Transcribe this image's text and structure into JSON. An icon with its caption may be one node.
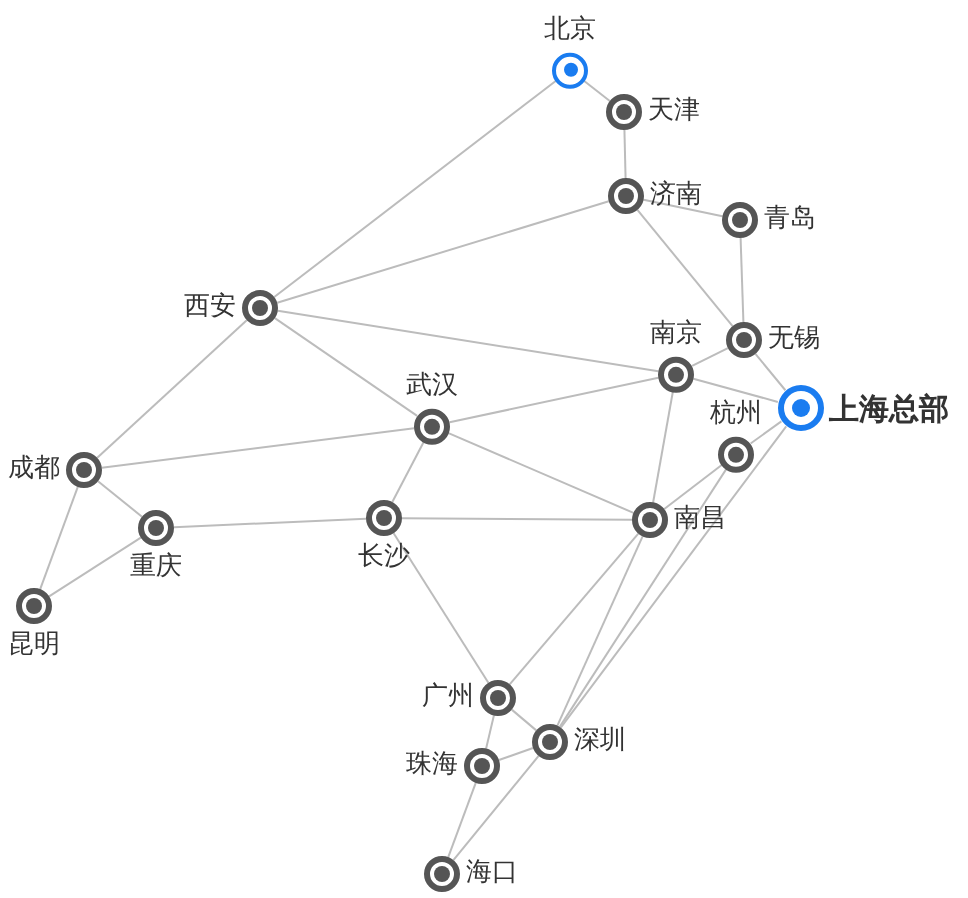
{
  "diagram": {
    "nodes": [
      {
        "text": [
          "北京"
        ]
      },
      {
        "text": [
          "天津"
        ]
      },
      {
        "text": [
          "济南"
        ]
      },
      {
        "text": [
          "青岛"
        ]
      },
      {
        "text": [
          "西安"
        ]
      },
      {
        "text": [
          "南京"
        ]
      },
      {
        "text": [
          "无锡"
        ]
      },
      {
        "text": [
          "上海总部"
        ]
      },
      {
        "text": [
          "武汉"
        ]
      },
      {
        "text": [
          "杭州"
        ]
      },
      {
        "text": [
          "成都"
        ]
      },
      {
        "text": [
          "重庆"
        ]
      },
      {
        "text": [
          "长沙"
        ]
      },
      {
        "text": [
          "南昌"
        ]
      },
      {
        "text": [
          "昆明"
        ]
      },
      {
        "text": [
          "广州"
        ]
      },
      {
        "text": [
          "深圳"
        ]
      },
      {
        "text": [
          "珠海"
        ]
      },
      {
        "text": [
          "海口"
        ]
      }
    ],
    "edges": [
      {
        "from": 0,
        "to": 1,
        "arrow": "none"
      },
      {
        "from": 0,
        "to": 4,
        "arrow": "none"
      },
      {
        "from": 1,
        "to": 2,
        "arrow": "none"
      },
      {
        "from": 2,
        "to": 4,
        "arrow": "none"
      },
      {
        "from": 2,
        "to": 3,
        "arrow": "none"
      },
      {
        "from": 2,
        "to": 6,
        "arrow": "none"
      },
      {
        "from": 3,
        "to": 6,
        "arrow": "none"
      },
      {
        "from": 6,
        "to": 5,
        "arrow": "none"
      },
      {
        "from": 6,
        "to": 7,
        "arrow": "none"
      },
      {
        "from": 5,
        "to": 7,
        "arrow": "none"
      },
      {
        "from": 4,
        "to": 5,
        "arrow": "none"
      },
      {
        "from": 4,
        "to": 8,
        "arrow": "none"
      },
      {
        "from": 4,
        "to": 10,
        "arrow": "none"
      },
      {
        "from": 5,
        "to": 8,
        "arrow": "none"
      },
      {
        "from": 5,
        "to": 13,
        "arrow": "none"
      },
      {
        "from": 8,
        "to": 10,
        "arrow": "none"
      },
      {
        "from": 8,
        "to": 12,
        "arrow": "none"
      },
      {
        "from": 8,
        "to": 13,
        "arrow": "none"
      },
      {
        "from": 7,
        "to": 9,
        "arrow": "none"
      },
      {
        "from": 9,
        "to": 13,
        "arrow": "none"
      },
      {
        "from": 10,
        "to": 11,
        "arrow": "none"
      },
      {
        "from": 10,
        "to": 14,
        "arrow": "none"
      },
      {
        "from": 11,
        "to": 14,
        "arrow": "none"
      },
      {
        "from": 11,
        "to": 12,
        "arrow": "none"
      },
      {
        "from": 12,
        "to": 13,
        "arrow": "none"
      },
      {
        "from": 12,
        "to": 15,
        "arrow": "none"
      },
      {
        "from": 13,
        "to": 15,
        "arrow": "none"
      },
      {
        "from": 13,
        "to": 16,
        "arrow": "none"
      },
      {
        "from": 9,
        "to": 16,
        "arrow": "none"
      },
      {
        "from": 7,
        "to": 16,
        "arrow": "none"
      },
      {
        "from": 15,
        "to": 16,
        "arrow": "none"
      },
      {
        "from": 15,
        "to": 17,
        "arrow": "none"
      },
      {
        "from": 17,
        "to": 16,
        "arrow": "none"
      },
      {
        "from": 17,
        "to": 18,
        "arrow": "none"
      },
      {
        "from": 16,
        "to": 18,
        "arrow": "none"
      }
    ]
  }
}
